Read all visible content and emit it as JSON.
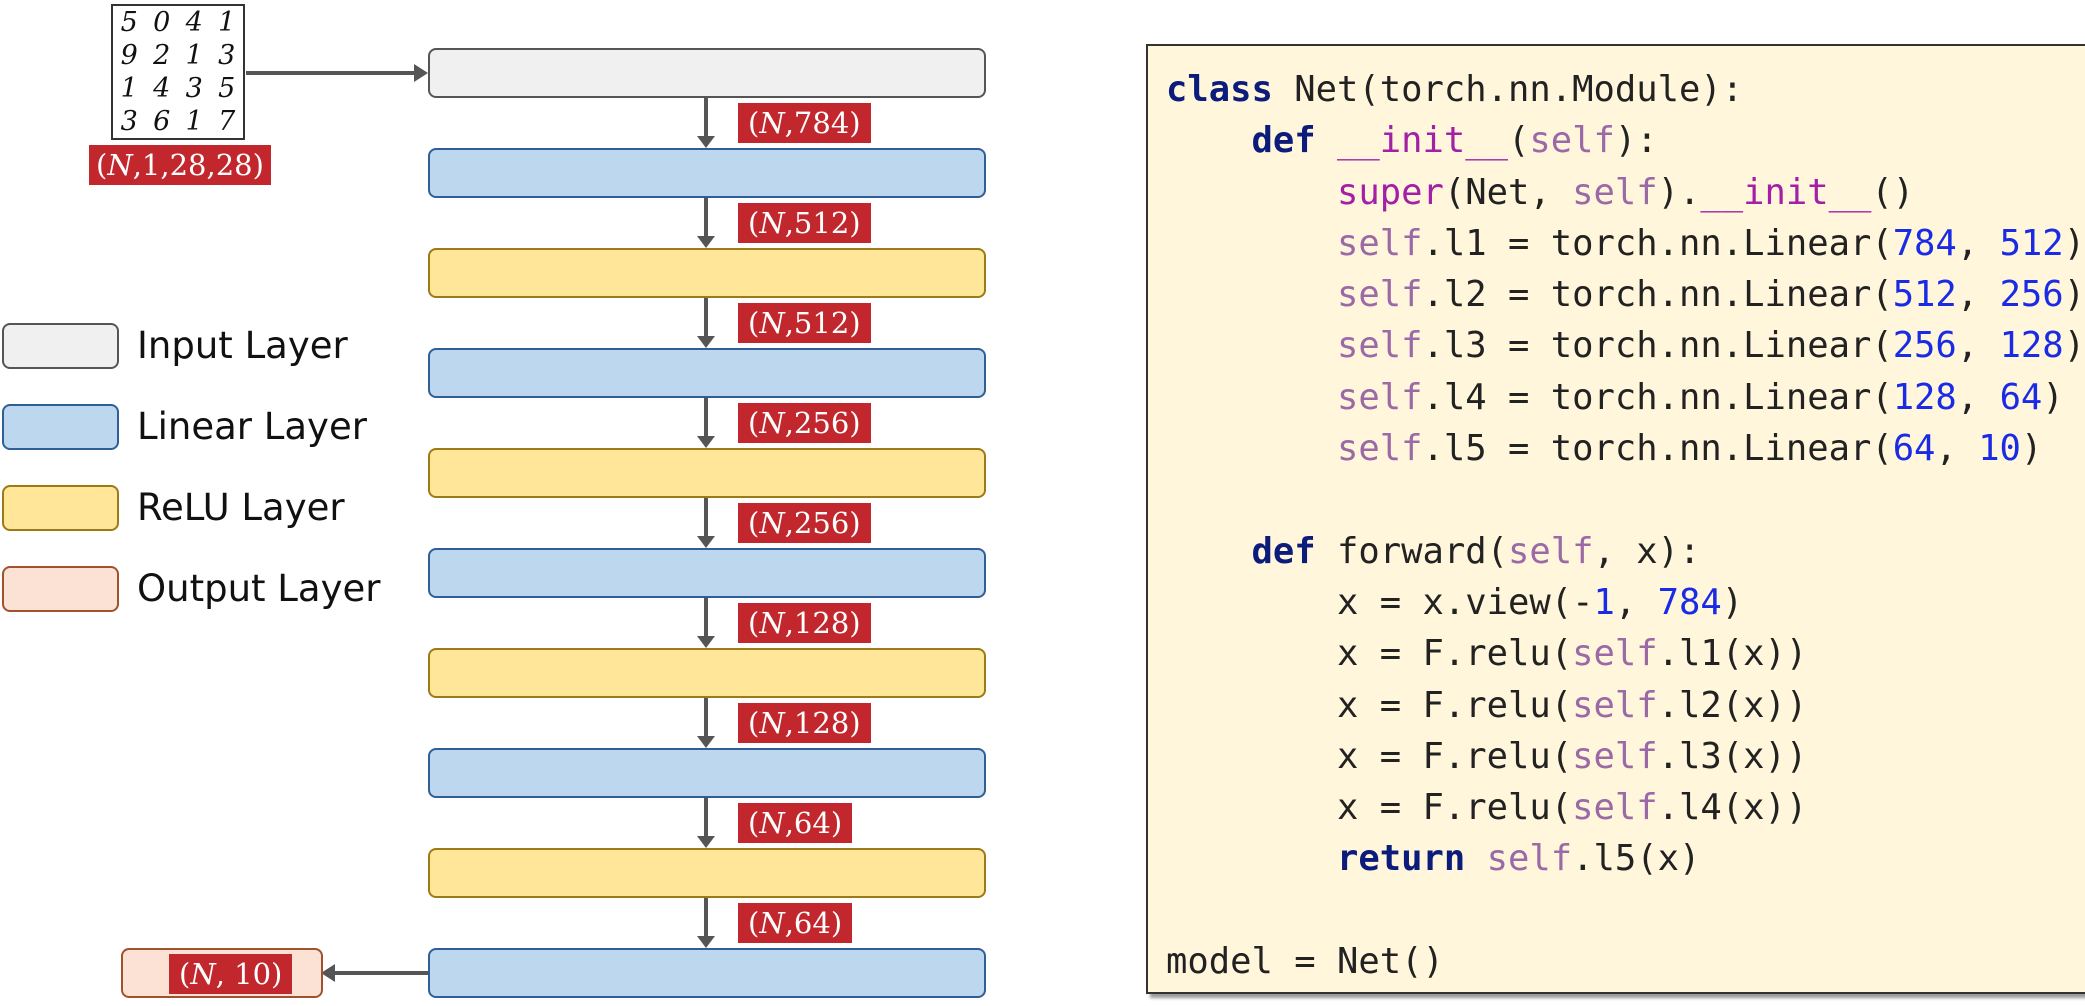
{
  "input_image": {
    "digit_rows": [
      [
        "5",
        "0",
        "4",
        "1"
      ],
      [
        "9",
        "2",
        "1",
        "3"
      ],
      [
        "1",
        "4",
        "3",
        "5"
      ],
      [
        "3",
        "6",
        "1",
        "7"
      ]
    ],
    "shape": {
      "n": "N",
      "rest": ",1,28,28"
    }
  },
  "layers": [
    {
      "type": "input"
    },
    {
      "type": "linear"
    },
    {
      "type": "relu"
    },
    {
      "type": "linear"
    },
    {
      "type": "relu"
    },
    {
      "type": "linear"
    },
    {
      "type": "relu"
    },
    {
      "type": "linear"
    },
    {
      "type": "relu"
    },
    {
      "type": "linear"
    }
  ],
  "shape_labels": [
    {
      "n": "N",
      "rest": ",784"
    },
    {
      "n": "N",
      "rest": ",512"
    },
    {
      "n": "N",
      "rest": ",512"
    },
    {
      "n": "N",
      "rest": ",256"
    },
    {
      "n": "N",
      "rest": ",256"
    },
    {
      "n": "N",
      "rest": ",128"
    },
    {
      "n": "N",
      "rest": ",128"
    },
    {
      "n": "N",
      "rest": ",64"
    },
    {
      "n": "N",
      "rest": ",64"
    }
  ],
  "output": {
    "n": "N",
    "rest": ", 10"
  },
  "legend": [
    {
      "label": "Input Layer",
      "color": "#f0f0f0",
      "border": "#555555"
    },
    {
      "label": "Linear Layer",
      "color": "#bdd7ee",
      "border": "#2f5f96"
    },
    {
      "label": "ReLU Layer",
      "color": "#ffe699",
      "border": "#9c7a17"
    },
    {
      "label": "Output Layer",
      "color": "#fbe2d5",
      "border": "#a0522d"
    }
  ],
  "code_lines": [
    [
      {
        "t": "class",
        "c": "kw"
      },
      {
        "t": " Net(torch.nn.Module):"
      }
    ],
    [
      {
        "t": "    "
      },
      {
        "t": "def",
        "c": "kw"
      },
      {
        "t": " "
      },
      {
        "t": "__init__",
        "c": "fn"
      },
      {
        "t": "("
      },
      {
        "t": "self",
        "c": "slf"
      },
      {
        "t": "):"
      }
    ],
    [
      {
        "t": "        "
      },
      {
        "t": "super",
        "c": "fn"
      },
      {
        "t": "(Net, "
      },
      {
        "t": "self",
        "c": "slf"
      },
      {
        "t": ")."
      },
      {
        "t": "__init__",
        "c": "fn"
      },
      {
        "t": "()"
      }
    ],
    [
      {
        "t": "        "
      },
      {
        "t": "self",
        "c": "slf"
      },
      {
        "t": ".l1 = torch.nn.Linear("
      },
      {
        "t": "784",
        "c": "num"
      },
      {
        "t": ", "
      },
      {
        "t": "512",
        "c": "num"
      },
      {
        "t": ")"
      }
    ],
    [
      {
        "t": "        "
      },
      {
        "t": "self",
        "c": "slf"
      },
      {
        "t": ".l2 = torch.nn.Linear("
      },
      {
        "t": "512",
        "c": "num"
      },
      {
        "t": ", "
      },
      {
        "t": "256",
        "c": "num"
      },
      {
        "t": ")"
      }
    ],
    [
      {
        "t": "        "
      },
      {
        "t": "self",
        "c": "slf"
      },
      {
        "t": ".l3 = torch.nn.Linear("
      },
      {
        "t": "256",
        "c": "num"
      },
      {
        "t": ", "
      },
      {
        "t": "128",
        "c": "num"
      },
      {
        "t": ")"
      }
    ],
    [
      {
        "t": "        "
      },
      {
        "t": "self",
        "c": "slf"
      },
      {
        "t": ".l4 = torch.nn.Linear("
      },
      {
        "t": "128",
        "c": "num"
      },
      {
        "t": ", "
      },
      {
        "t": "64",
        "c": "num"
      },
      {
        "t": ")"
      }
    ],
    [
      {
        "t": "        "
      },
      {
        "t": "self",
        "c": "slf"
      },
      {
        "t": ".l5 = torch.nn.Linear("
      },
      {
        "t": "64",
        "c": "num"
      },
      {
        "t": ", "
      },
      {
        "t": "10",
        "c": "num"
      },
      {
        "t": ")"
      }
    ],
    [],
    [
      {
        "t": "    "
      },
      {
        "t": "def",
        "c": "kw"
      },
      {
        "t": " forward("
      },
      {
        "t": "self",
        "c": "slf"
      },
      {
        "t": ", x):"
      }
    ],
    [
      {
        "t": "        x = x.view(-"
      },
      {
        "t": "1",
        "c": "num"
      },
      {
        "t": ", "
      },
      {
        "t": "784",
        "c": "num"
      },
      {
        "t": ")"
      }
    ],
    [
      {
        "t": "        x = F.relu("
      },
      {
        "t": "self",
        "c": "slf"
      },
      {
        "t": ".l1(x))"
      }
    ],
    [
      {
        "t": "        x = F.relu("
      },
      {
        "t": "self",
        "c": "slf"
      },
      {
        "t": ".l2(x))"
      }
    ],
    [
      {
        "t": "        x = F.relu("
      },
      {
        "t": "self",
        "c": "slf"
      },
      {
        "t": ".l3(x))"
      }
    ],
    [
      {
        "t": "        x = F.relu("
      },
      {
        "t": "self",
        "c": "slf"
      },
      {
        "t": ".l4(x))"
      }
    ],
    [
      {
        "t": "        "
      },
      {
        "t": "return",
        "c": "kw"
      },
      {
        "t": " "
      },
      {
        "t": "self",
        "c": "slf"
      },
      {
        "t": ".l5(x)"
      }
    ],
    [],
    [
      {
        "t": "model = Net()"
      }
    ]
  ]
}
